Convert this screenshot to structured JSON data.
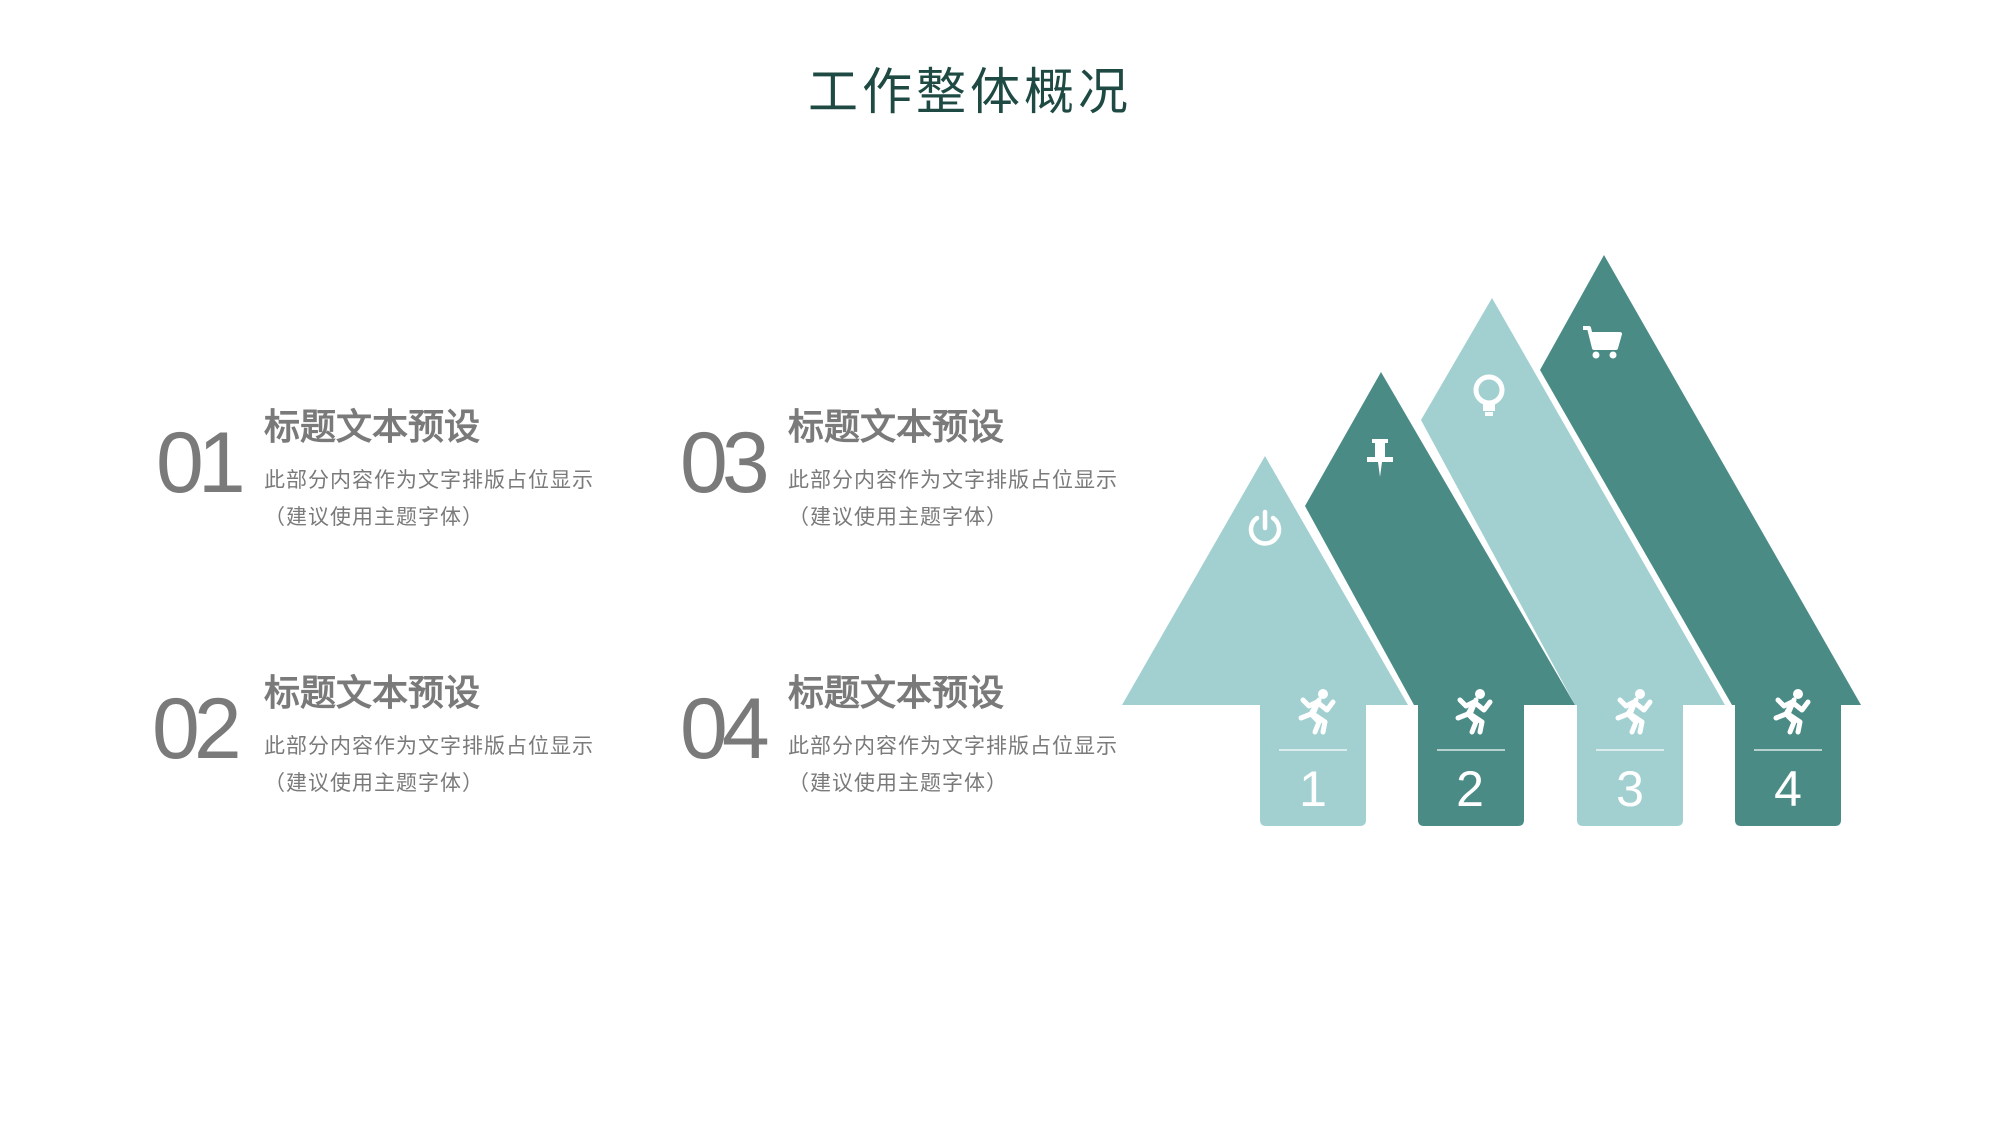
{
  "title": "工作整体概况",
  "items": [
    {
      "number": "01",
      "title": "标题文本预设",
      "desc_line1": "此部分内容作为文字排版占位显示",
      "desc_line2": "（建议使用主题字体）"
    },
    {
      "number": "02",
      "title": "标题文本预设",
      "desc_line1": "此部分内容作为文字排版占位显示",
      "desc_line2": "（建议使用主题字体）"
    },
    {
      "number": "03",
      "title": "标题文本预设",
      "desc_line1": "此部分内容作为文字排版占位显示",
      "desc_line2": "（建议使用主题字体）"
    },
    {
      "number": "04",
      "title": "标题文本预设",
      "desc_line1": "此部分内容作为文字排版占位显示",
      "desc_line2": "（建议使用主题字体）"
    }
  ],
  "arrows": [
    {
      "label": "1",
      "color": "#a2d0d1",
      "top_icon": "power-icon",
      "base_icon": "running-person-icon"
    },
    {
      "label": "2",
      "color": "#4a8b86",
      "top_icon": "pushpin-icon",
      "base_icon": "running-person-icon"
    },
    {
      "label": "3",
      "color": "#a2d0d1",
      "top_icon": "lightbulb-icon",
      "base_icon": "running-person-icon"
    },
    {
      "label": "4",
      "color": "#4a8b86",
      "top_icon": "shopping-cart-icon",
      "base_icon": "running-person-icon"
    }
  ],
  "colors": {
    "light_teal": "#a2d0d1",
    "dark_teal": "#4a8b86",
    "title": "#1e4a43",
    "text_gray": "#7a7a7a"
  }
}
